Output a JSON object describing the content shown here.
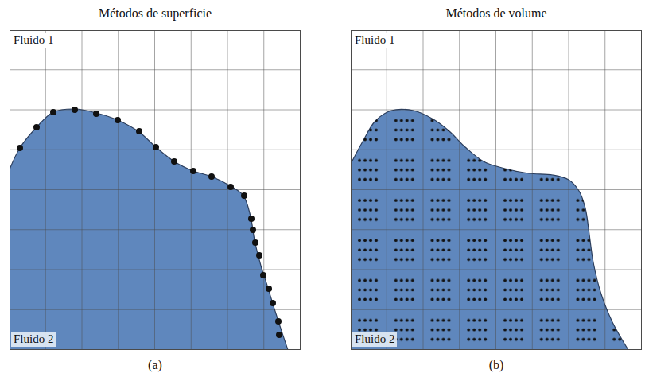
{
  "diagram": {
    "nodes": [
      {
        "text": [
          "Métodos de superficie",
          "Fluido 1",
          "Fluido 2"
        ]
      },
      {
        "text": [
          "Métodos de volume",
          "Fluido 1",
          "Fluido 2"
        ]
      }
    ],
    "labels": [
      "(a)",
      "(b)"
    ]
  }
}
